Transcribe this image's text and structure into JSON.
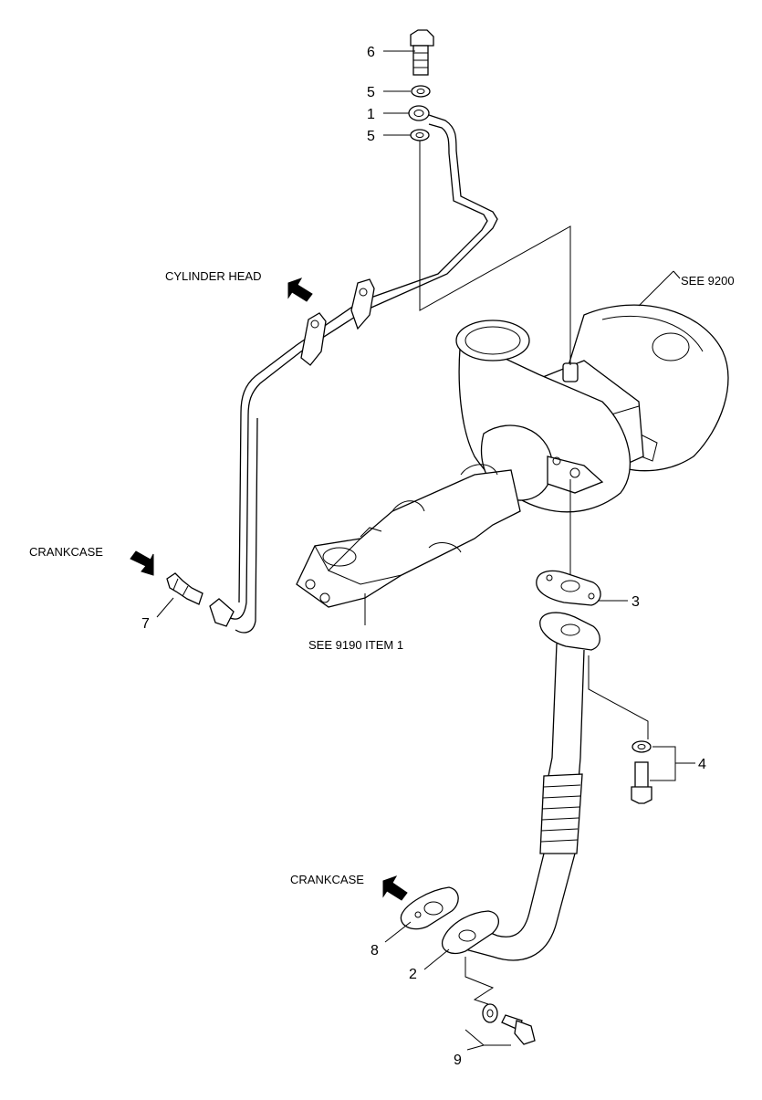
{
  "callouts": {
    "c6": "6",
    "c5a": "5",
    "c1": "1",
    "c5b": "5",
    "c3": "3",
    "c4": "4",
    "c7": "7",
    "c8": "8",
    "c2": "2",
    "c9": "9"
  },
  "labels": {
    "cylinder_head": "CYLINDER HEAD",
    "see_9200": "SEE 9200",
    "crankcase_left": "CRANKCASE",
    "see_9190": "SEE 9190 ITEM 1",
    "crankcase_bottom": "CRANKCASE"
  }
}
